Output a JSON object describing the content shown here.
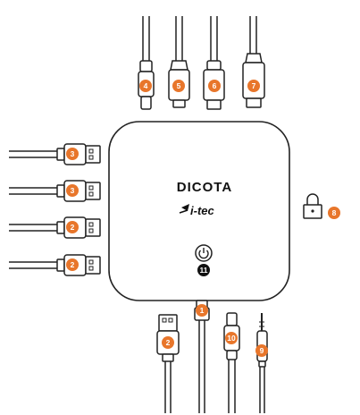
{
  "brand": {
    "name": "DICOTA",
    "sub_brand": "i-tec"
  },
  "colors": {
    "badge": "#e8762b",
    "badge_text": "#ffffff",
    "outline": "#222222",
    "hub_fill": "#ffffff",
    "power_badge": "#111111"
  },
  "ports": {
    "top": [
      {
        "id": "usb-c-top",
        "label": "4",
        "icon": "usb-c-plug-icon"
      },
      {
        "id": "rj45",
        "label": "5",
        "icon": "ethernet-plug-icon"
      },
      {
        "id": "hdmi-1",
        "label": "6",
        "icon": "hdmi-plug-icon"
      },
      {
        "id": "hdmi-2",
        "label": "7",
        "icon": "displayport-plug-icon"
      }
    ],
    "left": [
      {
        "id": "usb-a-1",
        "label": "3",
        "icon": "usb-a-plug-icon"
      },
      {
        "id": "usb-a-2",
        "label": "3",
        "icon": "usb-a-plug-icon"
      },
      {
        "id": "usb-a-3",
        "label": "2",
        "icon": "usb-a-plug-icon"
      },
      {
        "id": "usb-a-4",
        "label": "2",
        "icon": "usb-a-plug-icon"
      }
    ],
    "right": [
      {
        "id": "kensington-lock",
        "label": "8",
        "icon": "lock-icon"
      }
    ],
    "bottom": [
      {
        "id": "usb-a-bottom",
        "label": "2",
        "icon": "usb-a-plug-icon"
      },
      {
        "id": "host-cable",
        "label": "1",
        "icon": "usb-c-cable-icon"
      },
      {
        "id": "usb-c-bottom",
        "label": "10",
        "icon": "usb-c-plug-icon"
      },
      {
        "id": "audio-jack",
        "label": "9",
        "icon": "audio-jack-icon"
      }
    ]
  },
  "power": {
    "label": "11",
    "icon": "power-icon"
  }
}
